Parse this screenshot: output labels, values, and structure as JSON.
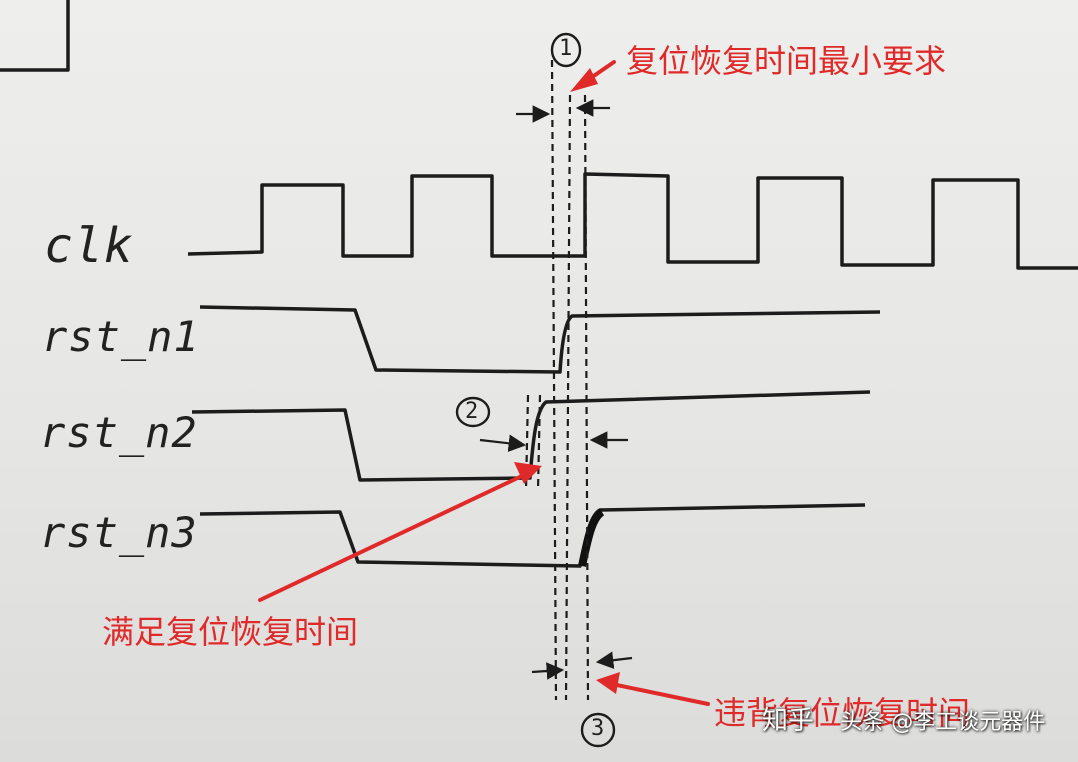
{
  "signals": {
    "clk": "clk",
    "rst_n1": "rst_n1",
    "rst_n2": "rst_n2",
    "rst_n3": "rst_n3"
  },
  "markers": {
    "m1": "1",
    "m2": "2",
    "m3": "3"
  },
  "annotations": {
    "min_recovery": "复位恢复时间最小要求",
    "meets_recovery": "满足复位恢复时间",
    "violates_recovery": "违背复位恢复时间"
  },
  "watermark": {
    "zhihu": "知乎",
    "source": "头条 @李工谈元器件"
  },
  "colors": {
    "ink": "#1c1c1c",
    "annotation": "#e02a2a",
    "paper": "#ececea"
  }
}
